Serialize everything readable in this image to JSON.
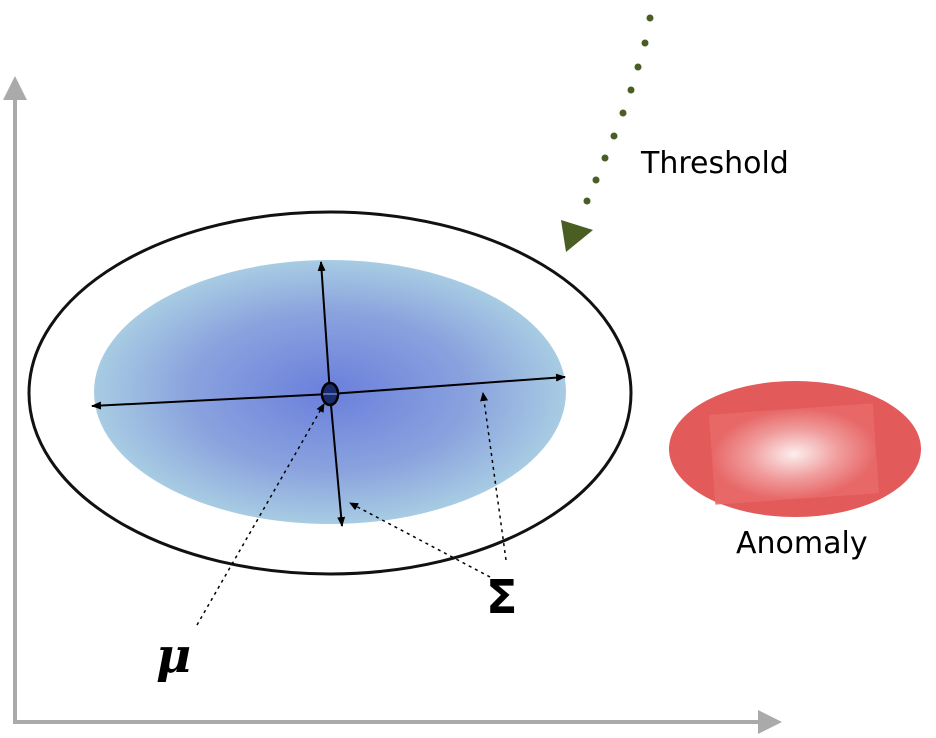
{
  "labels": {
    "threshold": "Threshold",
    "anomaly": "Anomaly",
    "mu": "μ",
    "sigma": "Σ"
  },
  "colors": {
    "axis": "#aaaaaa",
    "threshold_arrow": "#4a5d23",
    "threshold_ellipse": "#111111",
    "distribution_center": "#6f85dd",
    "distribution_edge": "#a8cbe4",
    "anomaly_fill": "#e25858",
    "anomaly_center": "#ffffff",
    "annotation": "#000000"
  }
}
